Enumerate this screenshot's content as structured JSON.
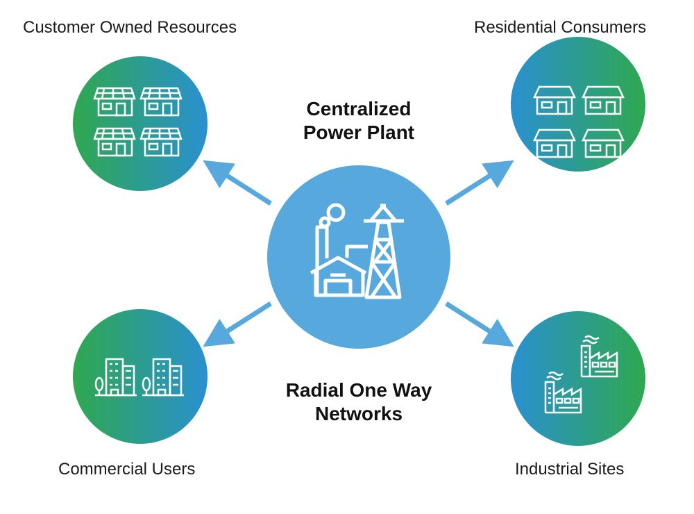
{
  "center": {
    "title_line1": "Centralized",
    "title_line2": "Power Plant",
    "icon": "power-plant-icon"
  },
  "bottom_title": {
    "line1": "Radial One Way",
    "line2": "Networks"
  },
  "nodes": [
    {
      "label": "Customer Owned Resources",
      "icon": "solar-houses-icon"
    },
    {
      "label": "Residential Consumers",
      "icon": "houses-icon"
    },
    {
      "label": "Commercial Users",
      "icon": "office-buildings-icon"
    },
    {
      "label": "Industrial Sites",
      "icon": "factories-icon"
    }
  ],
  "colors": {
    "center": "#56a8dd",
    "arrow": "#56a8dd",
    "green": "#2fa84f",
    "blue": "#2a90d0"
  }
}
